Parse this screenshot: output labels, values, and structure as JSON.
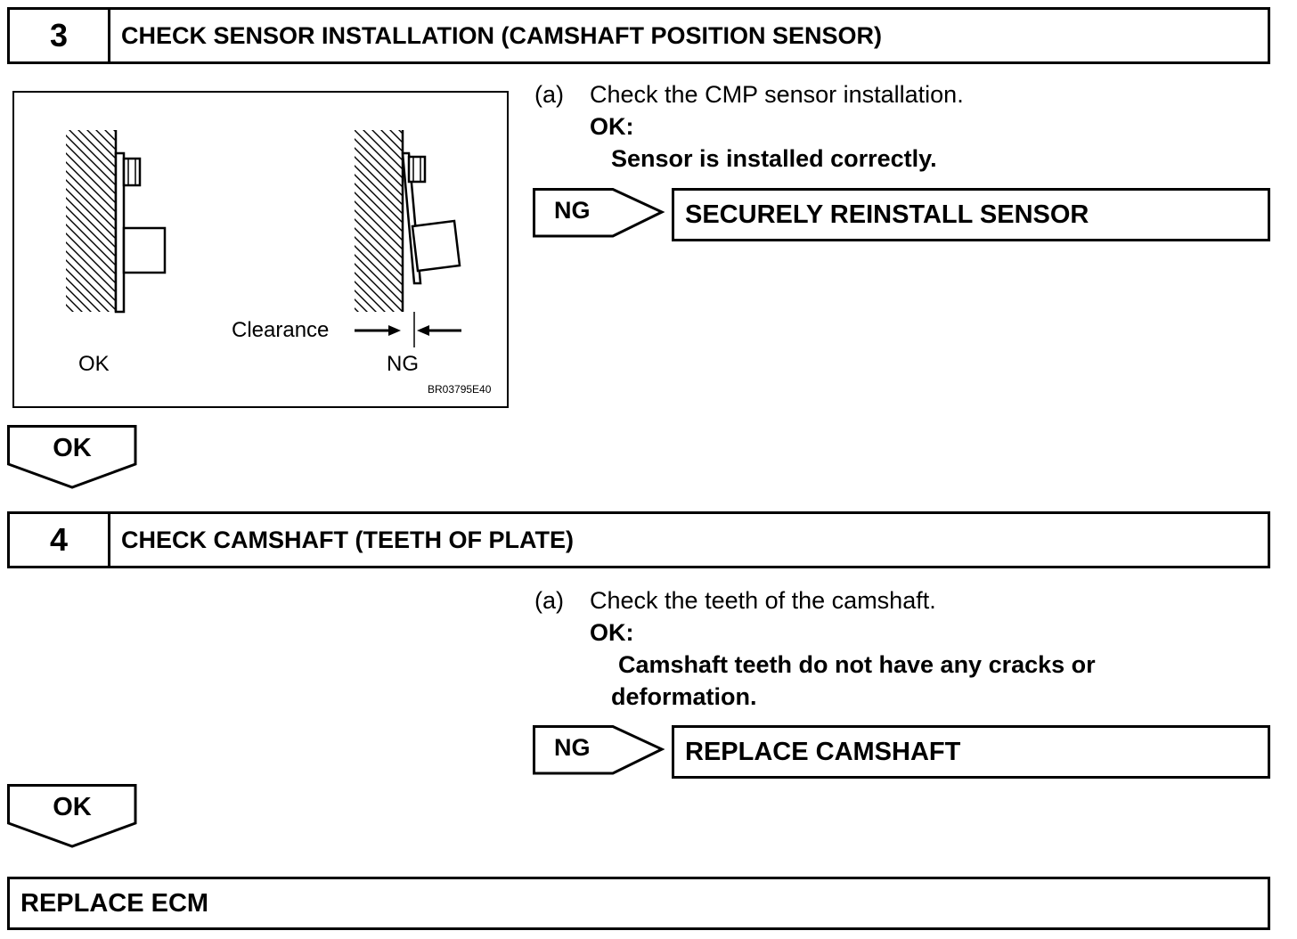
{
  "step3": {
    "number": "3",
    "title": "CHECK SENSOR INSTALLATION (CAMSHAFT POSITION SENSOR)",
    "figure": {
      "label_ok": "OK",
      "label_ng": "NG",
      "label_clearance": "Clearance",
      "code": "BR03795E40"
    },
    "instruction": {
      "letter": "(a)",
      "text": "Check the CMP sensor installation.",
      "ok_label": "OK:",
      "ok_criteria": "Sensor is installed correctly."
    },
    "ng_label": "NG",
    "ng_action": "SECURELY REINSTALL SENSOR",
    "ok_label": "OK"
  },
  "step4": {
    "number": "4",
    "title": "CHECK CAMSHAFT (TEETH OF PLATE)",
    "instruction": {
      "letter": "(a)",
      "text": "Check the teeth of the camshaft.",
      "ok_label": "OK:",
      "ok_criteria_line1": "Camshaft teeth do not have any cracks or",
      "ok_criteria_line2": "deformation."
    },
    "ng_label": "NG",
    "ng_action": "REPLACE CAMSHAFT",
    "ok_label": "OK"
  },
  "final_action": "REPLACE ECM"
}
